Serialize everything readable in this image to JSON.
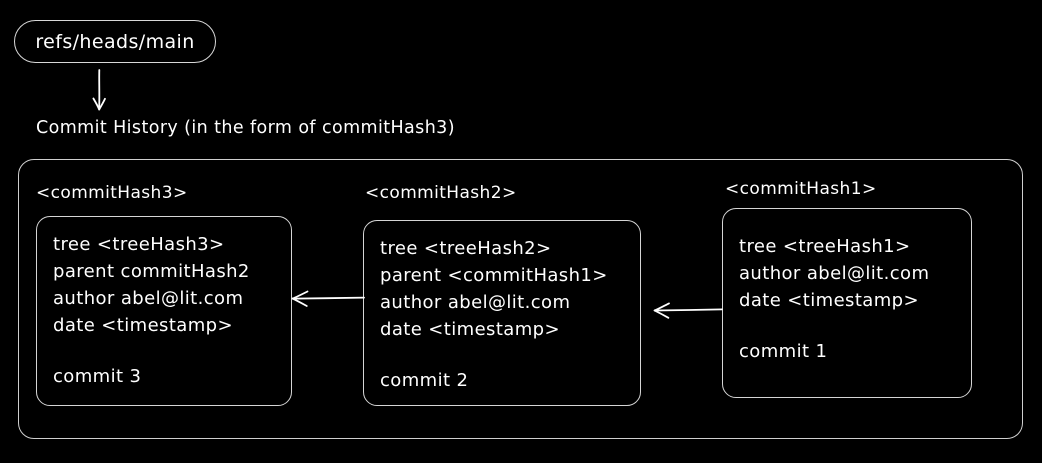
{
  "branch_ref": {
    "label": "refs/heads/main"
  },
  "section": {
    "title": "Commit History (in the form of commitHash3)"
  },
  "icons": {
    "down_arrow": "arrow-down-icon",
    "parent_link_arrow": "arrow-left-icon"
  },
  "colors": {
    "background": "#000000",
    "stroke": "#d5d5d5",
    "text": "#ffffff"
  },
  "commits": [
    {
      "hash_label": "<commitHash3>",
      "lines": [
        "tree <treeHash3>",
        "parent commitHash2",
        "author abel@lit.com",
        "date <timestamp>"
      ],
      "message": "commit 3"
    },
    {
      "hash_label": "<commitHash2>",
      "lines": [
        "tree <treeHash2>",
        "parent <commitHash1>",
        "author abel@lit.com",
        "date <timestamp>"
      ],
      "message": "commit 2"
    },
    {
      "hash_label": "<commitHash1>",
      "lines": [
        "tree <treeHash1>",
        "author abel@lit.com",
        "date <timestamp>"
      ],
      "message": "commit 1"
    }
  ]
}
